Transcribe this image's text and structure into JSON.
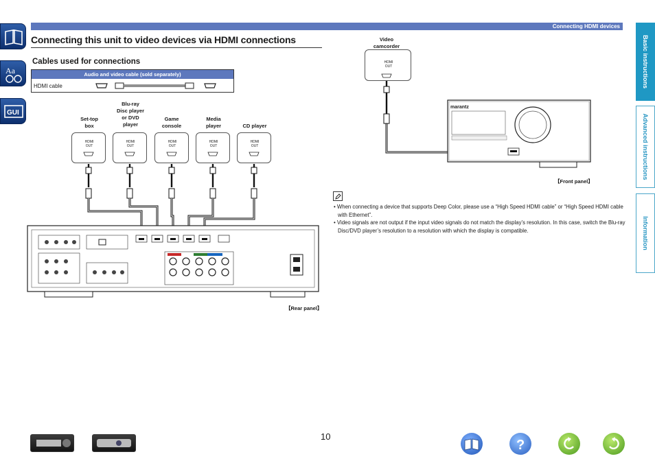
{
  "header": {
    "section": "Connecting HDMI devices"
  },
  "title": "Connecting this unit to video devices via HDMI connections",
  "subtitle": "Cables used for connections",
  "cable_table": {
    "header": "Audio and video cable (sold separately)",
    "row_label": "HDMI cable"
  },
  "devices": [
    {
      "label": "Set-top\nbox",
      "port": "HDMI\nOUT"
    },
    {
      "label": "Blu-ray\nDisc player\nor DVD\nplayer",
      "port": "HDMI\nOUT"
    },
    {
      "label": "Game\nconsole",
      "port": "HDMI\nOUT"
    },
    {
      "label": "Media\nplayer",
      "port": "HDMI\nOUT"
    },
    {
      "label": "CD player",
      "port": "HDMI\nOUT"
    }
  ],
  "camcorder": {
    "label": "Video\ncamcorder",
    "port": "HDMI\nOUT"
  },
  "rear_panel_caption": "【Rear panel】",
  "front_panel_caption": "【Front panel】",
  "front_brand": "marantz",
  "notes": [
    "• When connecting a device that supports Deep Color, please use a “High Speed HDMI cable” or “High Speed HDMI cable with Ethernet”.",
    "• Video signals are not output if the input video signals do not match the display’s resolution. In this case, switch the Blu-ray Disc/DVD player’s resolution to a resolution with which the display is compatible."
  ],
  "side_tabs": [
    "Basic instructions",
    "Advanced instructions",
    "Information"
  ],
  "page_number": "10",
  "nav_icons": [
    "contents-book-icon",
    "index-aa-icon",
    "gui-icon"
  ],
  "bottom_icons": [
    "front-panel-thumb",
    "remote-thumb",
    "book-icon",
    "help-icon",
    "back-icon",
    "forward-icon"
  ],
  "colors": {
    "header_bar": "#5d78bd",
    "tab_active": "#1f98c4",
    "tab_text": "#2a97c3"
  }
}
